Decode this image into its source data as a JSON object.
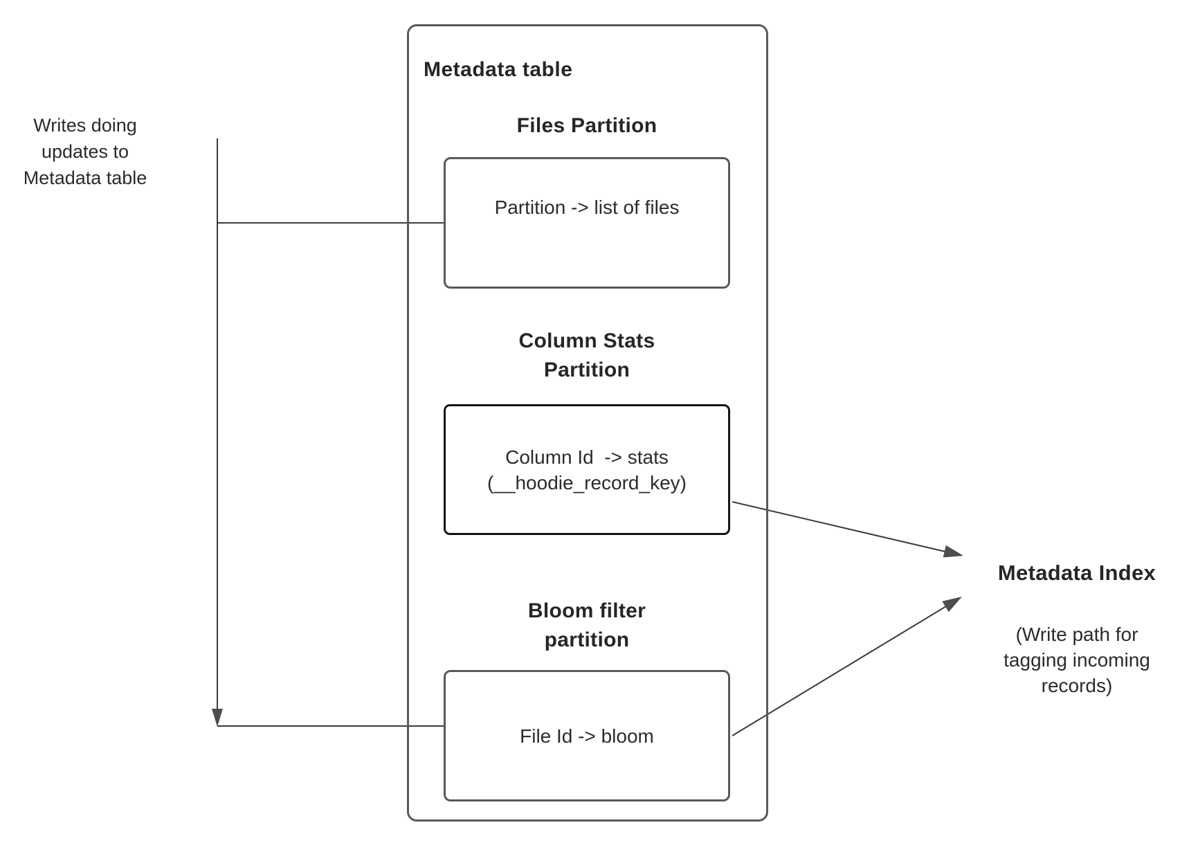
{
  "diagram": {
    "title": "Metadata table",
    "left_annotation": {
      "text": "Writes doing\nupdates to\nMetadata table"
    },
    "partitions": [
      {
        "heading": "Files Partition",
        "body": "Partition -> list of files"
      },
      {
        "heading": "Column Stats\nPartition",
        "body_line1": "Column Id  -> stats",
        "body_line2": "(__hoodie_record_key)"
      },
      {
        "heading": "Bloom filter\npartition",
        "body": "File Id -> bloom"
      }
    ],
    "metadata_index": {
      "heading": "Metadata Index",
      "subtext": "(Write path for\ntagging incoming\nrecords)"
    },
    "edges": [
      {
        "from": "writes-updates",
        "to": "files-partition-box",
        "style": "plain-line"
      },
      {
        "from": "writes-updates",
        "to": "bloom-filter-box",
        "style": "line-with-down-arrowhead"
      },
      {
        "from": "column-stats-box",
        "to": "metadata-index",
        "style": "arrow"
      },
      {
        "from": "bloom-filter-box",
        "to": "metadata-index",
        "style": "arrow"
      }
    ],
    "colors": {
      "background": "#ffffff",
      "box_border_gray": "#595959",
      "box_border_dark": "#141414",
      "connector_line": "#3a3a3a",
      "arrowhead": "#4d4d4d",
      "text": "#262626"
    }
  }
}
